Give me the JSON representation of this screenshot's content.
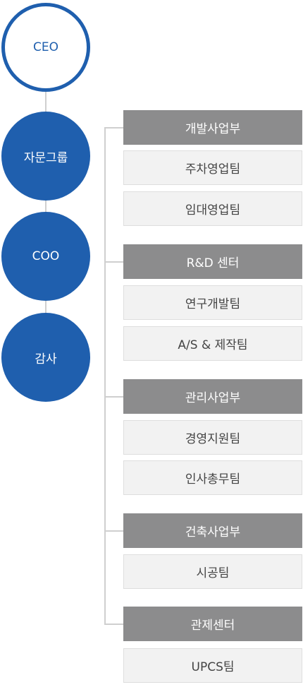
{
  "executives": [
    {
      "label": "CEO"
    },
    {
      "label": "자문그룹"
    },
    {
      "label": "COO"
    },
    {
      "label": "감사"
    }
  ],
  "divisions": [
    {
      "label": "개발사업부",
      "teams": [
        "주차영업팀",
        "임대영업팀"
      ]
    },
    {
      "label": "R&D 센터",
      "teams": [
        "연구개발팀",
        "A/S & 제작팀"
      ]
    },
    {
      "label": "관리사업부",
      "teams": [
        "경영지원팀",
        "인사총무팀"
      ]
    },
    {
      "label": "건축사업부",
      "teams": [
        "시공팀"
      ]
    },
    {
      "label": "관제센터",
      "teams": [
        "UPCS팀"
      ]
    }
  ],
  "colors": {
    "primary": "#1f5fae",
    "division_head": "#8c8c8d",
    "team_bg": "#f2f2f2",
    "connector": "#cfcfcf"
  }
}
